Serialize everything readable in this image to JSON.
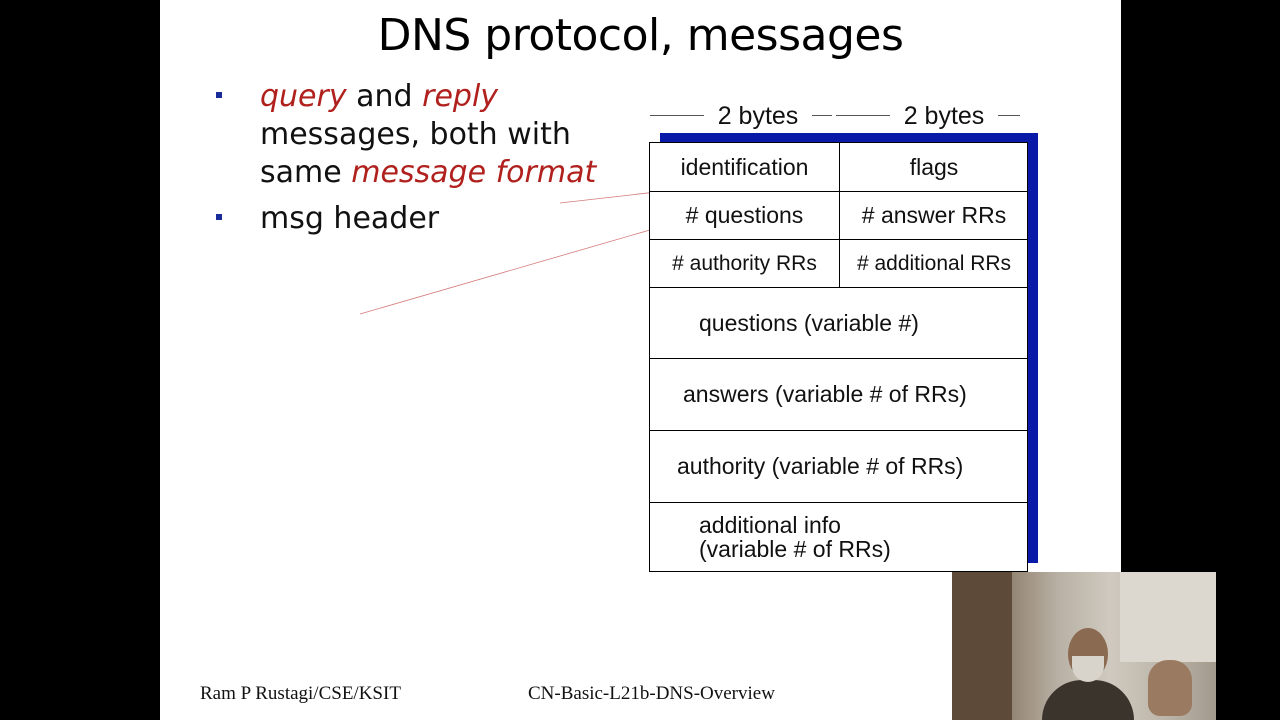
{
  "slide": {
    "title": "DNS protocol, messages",
    "bullets": {
      "b1_part1": "query",
      "b1_part2": " and ",
      "b1_part3": "reply",
      "b1_line2": "messages, both with",
      "b1_line3a": "same ",
      "b1_line3b": "message format",
      "b2": "msg header"
    },
    "byte_labels": [
      "2 bytes",
      "2 bytes"
    ],
    "fields": {
      "identification": "identification",
      "flags": "flags",
      "questions_count": "# questions",
      "answer_rrs": "# answer RRs",
      "authority_rrs": "# authority RRs",
      "additional_rrs": "# additional RRs",
      "questions": "questions (variable #)",
      "answers": "answers (variable # of RRs)",
      "authority": "authority (variable # of RRs)",
      "additional_line1": "additional info",
      "additional_line2": "(variable # of RRs)"
    },
    "footer_left": "Ram P Rustagi/CSE/KSIT",
    "footer_center": "CN-Basic-L21b-DNS-Overview"
  },
  "colors": {
    "accent_red": "#b0201c",
    "bullet_blue": "#1a2b9a",
    "shadow_blue": "#0a1aa8",
    "background": "#000000"
  }
}
